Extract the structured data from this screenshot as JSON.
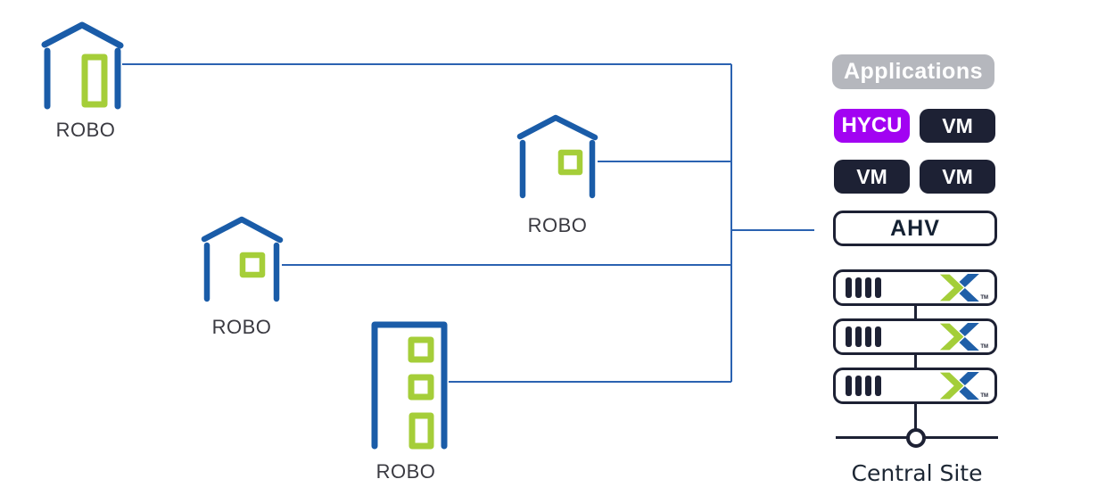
{
  "diagram": {
    "sites": [
      {
        "label": "ROBO",
        "type": "house-with-door"
      },
      {
        "label": "ROBO",
        "type": "house-with-window"
      },
      {
        "label": "ROBO",
        "type": "house-with-window"
      },
      {
        "label": "ROBO",
        "type": "office-tower"
      }
    ],
    "central_site_label": "Central Site"
  },
  "stack": {
    "applications_label": "Applications",
    "hycu_label": "HYCU",
    "vm_labels": [
      "VM",
      "VM",
      "VM"
    ],
    "ahv_label": "AHV",
    "server_trademark": "TM"
  },
  "colors": {
    "building_blue": "#1a5ca8",
    "line_blue": "#2b62b1",
    "green": "#a5ce39",
    "navy": "#1d2134",
    "purple": "#a203f2",
    "gray": "#b5b7bd",
    "label_gray": "#3a3a41",
    "logo_green": "#a4ce39",
    "logo_blue": "#1f5fa8"
  }
}
